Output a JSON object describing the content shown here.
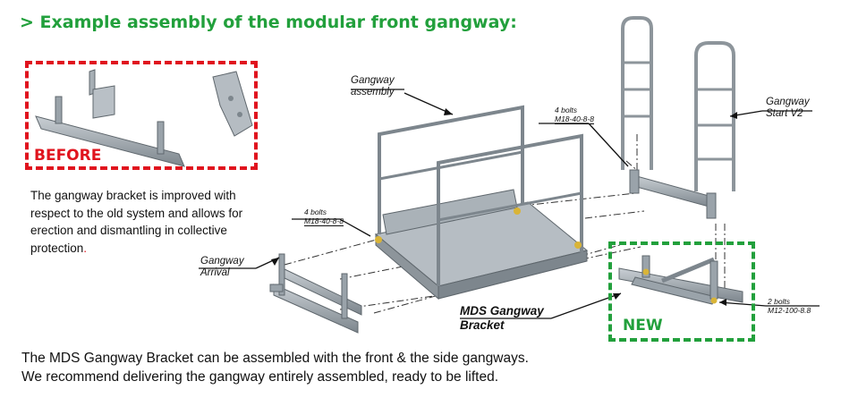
{
  "title": "> Example assembly of the modular front gangway:",
  "before_label": "BEFORE",
  "new_label": "NEW",
  "description": "The gangway bracket is improved with respect to the old system and allows for erection and dismantling in collective protection",
  "description_end": ".",
  "labels": {
    "gangway_assembly_line1": "Gangway",
    "gangway_assembly_line2": "assembly",
    "gangway_start_line1": "Gangway",
    "gangway_start_line2": "Start V2",
    "gangway_arrival_line1": "Gangway",
    "gangway_arrival_line2": "Arrival",
    "bolts_top_count": "4 bolts",
    "bolts_top_spec": "M18-40-8-8",
    "bolts_left_count": "4 bolts",
    "bolts_left_spec": "M18-40-8-8",
    "bolts_right_count": "2 bolts",
    "bolts_right_spec": "M12-100-8.8",
    "mds_line1": "MDS Gangway",
    "mds_line2": "Bracket"
  },
  "footer": {
    "line1": "The MDS Gangway Bracket can be assembled with the front & the side gangways.",
    "line2": "We recommend delivering the gangway entirely assembled, ready to be lifted."
  },
  "colors": {
    "title_green": "#22a03c",
    "before_red": "#e0141e",
    "new_green": "#22a03c",
    "steel": "#9aa3aa"
  }
}
